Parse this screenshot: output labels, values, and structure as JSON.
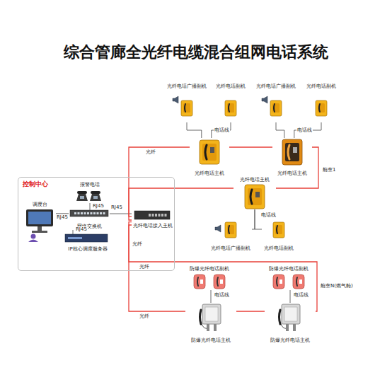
{
  "diagram": {
    "title": "综合管廊全光纤电缆混合组网电话系统",
    "nodes": [
      {
        "text": [
          "控制中心"
        ]
      },
      {
        "text": [
          "调度台"
        ],
        "in": 0
      },
      {
        "text": [
          "报警电话"
        ],
        "in": 0
      },
      {
        "text": [
          "网络交换机"
        ],
        "in": 0
      },
      {
        "text": [
          "IP核心调度服务器"
        ],
        "in": 0
      },
      {
        "text": [
          "光纤电话接入主机"
        ],
        "in": 0
      },
      {
        "text": [
          "光纤电话主机"
        ]
      },
      {
        "text": [
          "光纤电话广播副机"
        ]
      },
      {
        "text": [
          "光纤电话副机"
        ]
      },
      {
        "text": [
          "光纤电话主机"
        ]
      },
      {
        "text": [
          "光纤电话广播副机"
        ]
      },
      {
        "text": [
          "光纤电话副机"
        ]
      },
      {
        "text": [
          "光纤电话主机"
        ]
      },
      {
        "text": [
          "光纤电话广播副机"
        ]
      },
      {
        "text": [
          "光纤电话副机"
        ]
      },
      {
        "text": [
          "防爆光纤电话主机"
        ]
      },
      {
        "text": [
          "防爆光纤电话副机"
        ]
      },
      {
        "text": [
          "防爆光纤电话主机"
        ]
      },
      {
        "text": [
          "防爆光纤电话副机"
        ]
      }
    ],
    "edges": [
      {
        "from": 1,
        "to": 3,
        "arrow": "none",
        "label": "RJ45"
      },
      {
        "from": 2,
        "to": 3,
        "arrow": "none",
        "label": "RJ45"
      },
      {
        "from": 4,
        "to": 3,
        "arrow": "none",
        "label": "RJ45"
      },
      {
        "from": 3,
        "to": 5,
        "arrow": "none",
        "label": "RJ45"
      },
      {
        "from": 5,
        "to": 6,
        "arrow": "none",
        "label": "光纤"
      },
      {
        "from": 6,
        "to": 9,
        "arrow": "none"
      },
      {
        "from": 9,
        "to": 12,
        "arrow": "none"
      },
      {
        "from": 12,
        "to": 5,
        "arrow": "none"
      },
      {
        "from": 5,
        "to": 15,
        "arrow": "none"
      },
      {
        "from": 15,
        "to": 17,
        "arrow": "none"
      },
      {
        "from": 17,
        "to": 5,
        "arrow": "none"
      },
      {
        "from": 6,
        "to": 7,
        "arrow": "none"
      },
      {
        "from": 6,
        "to": 8,
        "arrow": "none",
        "label": "电话线"
      },
      {
        "from": 9,
        "to": 10,
        "arrow": "none"
      },
      {
        "from": 9,
        "to": 11,
        "arrow": "none",
        "label": "电话线"
      },
      {
        "from": 12,
        "to": 13,
        "arrow": "none"
      },
      {
        "from": 12,
        "to": 14,
        "arrow": "none",
        "label": "电话线"
      },
      {
        "from": 15,
        "to": 16,
        "arrow": "none",
        "label": "电话线"
      },
      {
        "from": 17,
        "to": 18,
        "arrow": "none",
        "label": "电话线"
      }
    ],
    "labels": [
      "光纤",
      "光纤",
      "光纤",
      "舱室1",
      "舱室N(燃气舱)"
    ]
  }
}
